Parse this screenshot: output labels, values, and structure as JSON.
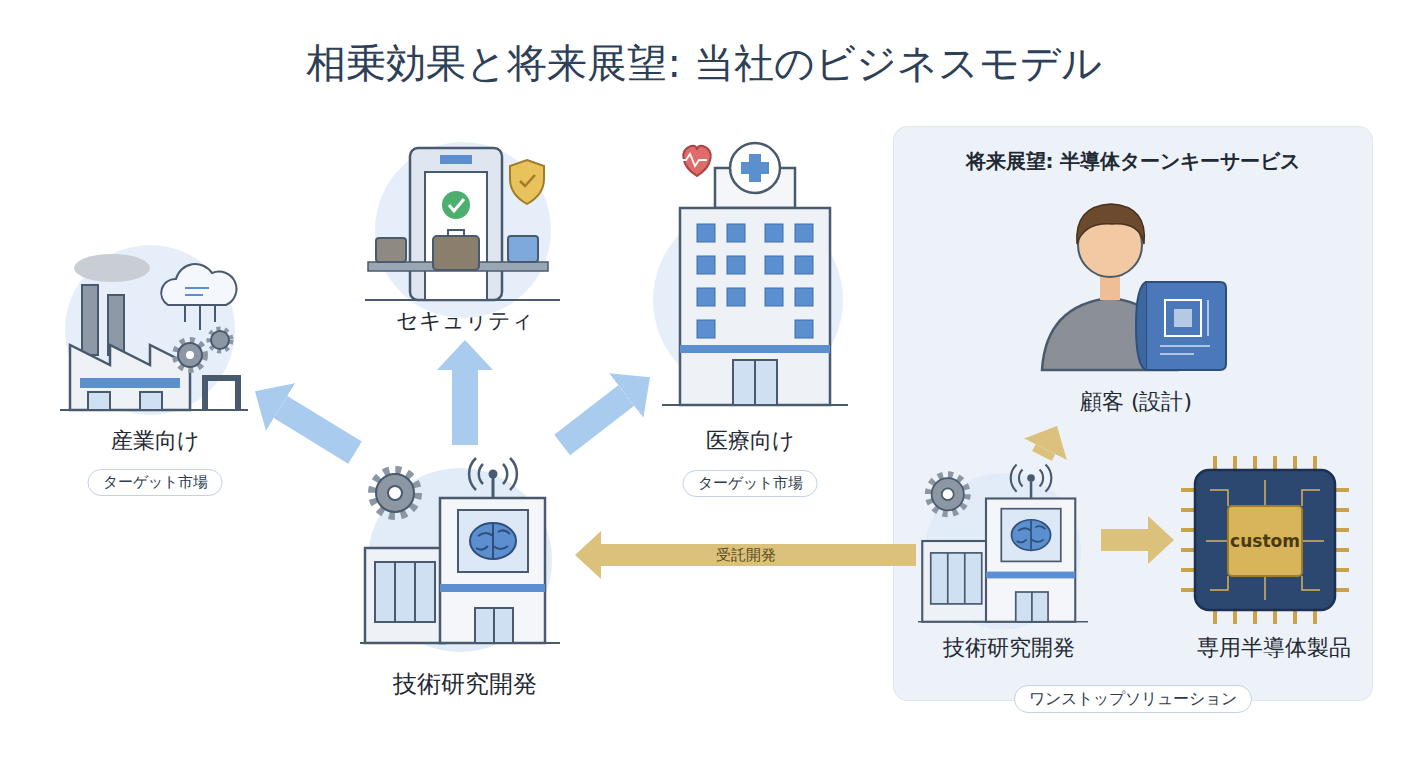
{
  "diagram": {
    "title": "相乗効果と将来展望: 当社のビジネスモデル",
    "nodes": [
      {
        "text": [
          "産業向け",
          "ターゲット市場"
        ]
      },
      {
        "text": [
          "セキュリティ"
        ]
      },
      {
        "text": [
          "医療向け",
          "ターゲット市場"
        ]
      },
      {
        "text": [
          "技術研究開発"
        ]
      },
      {
        "text": [
          "将来展望: 半導体ターンキーサービス",
          "ワンストップソリューション"
        ]
      },
      {
        "text": [
          "顧客 (設計)"
        ],
        "in": 4
      },
      {
        "text": [
          "技術研究開発"
        ],
        "in": 4
      },
      {
        "text": [
          "専用半導体製品"
        ],
        "in": 4
      }
    ],
    "edges": [
      {
        "from": 3,
        "to": 0,
        "arrow": "to"
      },
      {
        "from": 3,
        "to": 1,
        "arrow": "to"
      },
      {
        "from": 3,
        "to": 2,
        "arrow": "to"
      },
      {
        "from": 6,
        "to": 3,
        "label": "受託開発",
        "arrow": "to"
      },
      {
        "from": 6,
        "to": 5,
        "arrow": "to"
      },
      {
        "from": 6,
        "to": 7,
        "arrow": "to"
      }
    ],
    "labels": [
      "custom"
    ]
  }
}
